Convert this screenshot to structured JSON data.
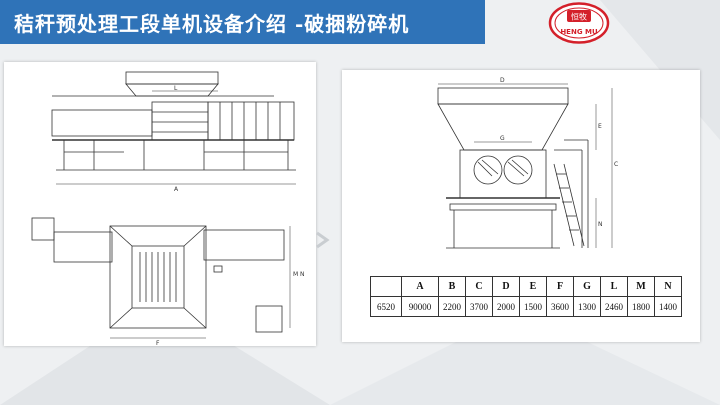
{
  "slide": {
    "title": "秸秆预处理工段单机设备介绍 -破捆粉碎机",
    "colors": {
      "title_bar": "#2f73b8",
      "logo_red": "#d4202a",
      "background": "#eef0f2"
    }
  },
  "logo": {
    "top_text": "恒牧",
    "bottom_text": "HENG MU"
  },
  "drawing_labels": {
    "left_top_length": "L",
    "left_top_overall": "A",
    "left_bottom_width": "F",
    "left_bottom_height_m": "M",
    "left_bottom_height_n": "N",
    "right_top_width": "D",
    "right_hopper_g": "G",
    "right_e": "E",
    "right_c": "C",
    "right_n": "N"
  },
  "spec_table": {
    "headers": [
      "",
      "A",
      "B",
      "C",
      "D",
      "E",
      "F",
      "G",
      "L",
      "M",
      "N"
    ],
    "rows": [
      [
        "6520",
        "90000",
        "2200",
        "3700",
        "2000",
        "1500",
        "3600",
        "1300",
        "2460",
        "1800",
        "1400"
      ]
    ]
  }
}
